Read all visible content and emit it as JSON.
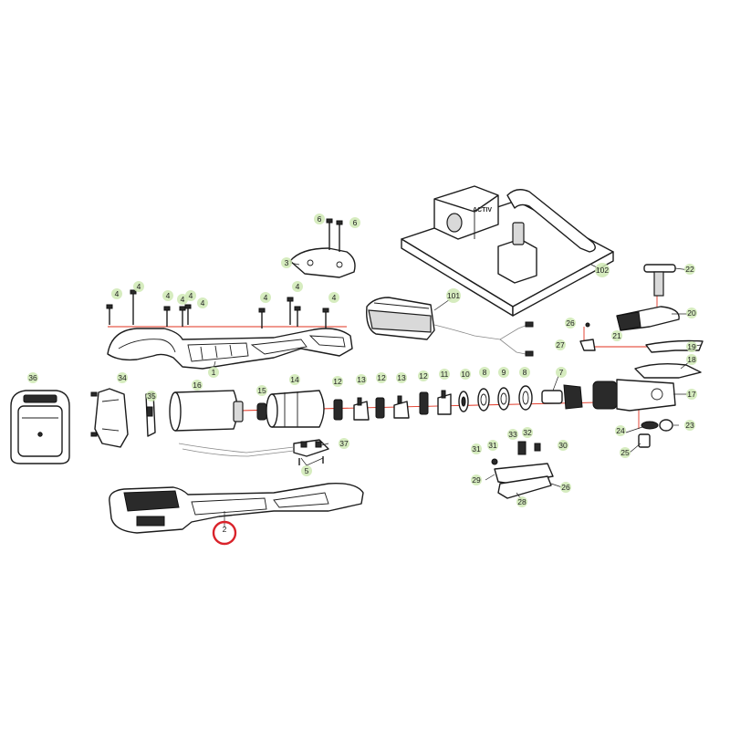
{
  "diagram": {
    "brand_mark": "ACTIV",
    "highlighted_part": "2",
    "callouts": {
      "c1": "1",
      "c2": "2",
      "c3": "3",
      "c4a": "4",
      "c4b": "4",
      "c4c": "4",
      "c4d": "4",
      "c4e": "4",
      "c4f": "4",
      "c4g": "4",
      "c4h": "4",
      "c4i": "4",
      "c5": "5",
      "c6a": "6",
      "c6b": "6",
      "c7": "7",
      "c8a": "8",
      "c8b": "8",
      "c9": "9",
      "c10": "10",
      "c11": "11",
      "c12a": "12",
      "c12b": "12",
      "c12c": "12",
      "c13a": "13",
      "c13b": "13",
      "c14": "14",
      "c15": "15",
      "c16": "16",
      "c17": "17",
      "c18": "18",
      "c19": "19",
      "c20": "20",
      "c21": "21",
      "c22": "22",
      "c23": "23",
      "c24": "24",
      "c25": "25",
      "c26a": "26",
      "c26b": "26",
      "c27": "27",
      "c28": "28",
      "c29": "29",
      "c30": "30",
      "c31a": "31",
      "c31b": "31",
      "c32": "32",
      "c33": "33",
      "c34": "34",
      "c35": "35",
      "c36": "36",
      "c37": "37",
      "c101": "101",
      "c102": "102"
    }
  }
}
